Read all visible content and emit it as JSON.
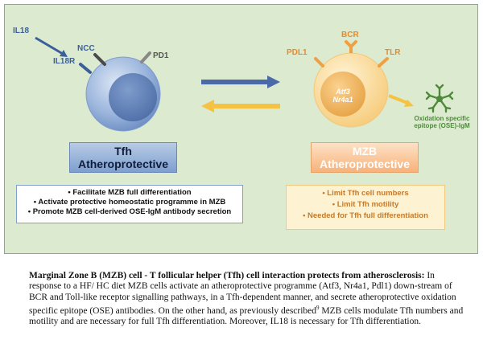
{
  "figure": {
    "left_cell": {
      "labels": {
        "il18": "IL18",
        "ncc": "NCC",
        "il18r": "IL18R",
        "pd1": "PD1"
      },
      "name_line1": "Tfh",
      "name_line2": "Atheroprotective",
      "functions": [
        "Facilitate MZB full differentiation",
        "Activate protective homeostatic programme in MZB",
        "Promote MZB cell-derived OSE-IgM antibody secretion"
      ]
    },
    "right_cell": {
      "labels": {
        "pdl1": "PDL1",
        "bcr": "BCR",
        "tlr": "TLR",
        "atf3": "Atf3",
        "nr4a1": "Nr4a1"
      },
      "ose_label": [
        "Oxidation specific",
        "epitope (OSE)-IgM"
      ],
      "name_line1": "MZB",
      "name_line2": "Atheroprotective",
      "functions": [
        "Limit Tfh cell numbers",
        "Limit Tfh motility",
        "Needed for Tfh full differentiation"
      ]
    },
    "colors": {
      "background": "#dcebd0",
      "tfh_blue": "#7e9fcf",
      "mzb_orange": "#f7b27a",
      "ose_green": "#4e8a3a"
    }
  },
  "caption": {
    "title": "Marginal Zone B (MZB) cell - T follicular helper (Tfh) cell interaction protects from atherosclerosis:",
    "body": " In response to a   HF/ HC diet MZB cells activate an atheroprotective programme (Atf3, Nr4a1, Pdl1) down-stream of BCR and Toll-like receptor signalling pathways, in a Tfh-dependent manner, and secrete atheroprotective oxidation specific epitope (OSE) antibodies.  On the other hand, as previously described",
    "superscript": "9",
    "body_end": " MZB cells modulate Tfh numbers and motility and are necessary for full Tfh differentiation.  Moreover, IL18 is necessary for Tfh differentiation."
  }
}
